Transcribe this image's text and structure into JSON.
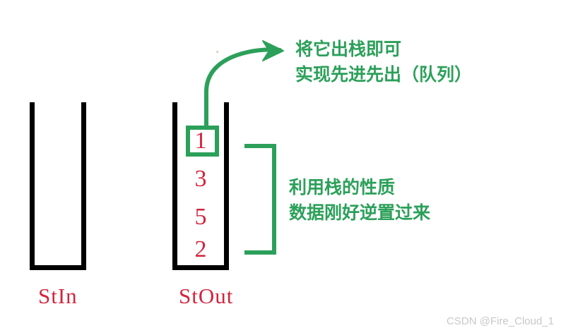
{
  "diagram": {
    "title_context": "Implementing a queue with two stacks",
    "colors": {
      "stack_outline": "#000000",
      "value_text": "#d2243c",
      "annotation_green": "#2ca05a",
      "watermark": "#c8c8c8",
      "background": "#ffffff"
    },
    "stacks": [
      {
        "name": "stack-in",
        "label": "StIn",
        "values": []
      },
      {
        "name": "stack-out",
        "label": "StOut",
        "values": [
          "1",
          "3",
          "5",
          "2"
        ]
      }
    ],
    "highlighted_value": "1",
    "annotations": [
      {
        "name": "annotation-top",
        "lines": [
          "将它出栈即可",
          "实现先进先出（队列）"
        ]
      },
      {
        "name": "annotation-right",
        "lines": [
          "利用栈的性质",
          "数据刚好逆置过来"
        ]
      }
    ],
    "watermark": "CSDN @Fire_Cloud_1"
  },
  "values": {
    "v0": "1",
    "v1": "3",
    "v2": "5",
    "v3": "2"
  },
  "labels": {
    "stin": "StIn",
    "stout": "StOut"
  },
  "annotation_top": {
    "line1": "将它出栈即可",
    "line2": "实现先进先出（队列）"
  },
  "annotation_right": {
    "line1": "利用栈的性质",
    "line2": "数据刚好逆置过来"
  },
  "watermark": {
    "text": "CSDN @Fire_Cloud_1"
  }
}
